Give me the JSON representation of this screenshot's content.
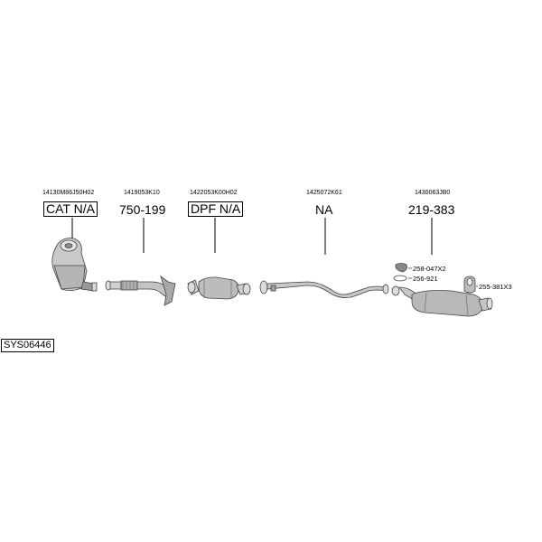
{
  "diagram": {
    "system_code": "SYS06446",
    "components": [
      {
        "oem": "14130M86J50H02",
        "part": "CAT N/A",
        "boxed": true
      },
      {
        "oem": "1419053K10",
        "part": "750-199",
        "boxed": false
      },
      {
        "oem": "1422053K00H02",
        "part": "DPF N/A",
        "boxed": true
      },
      {
        "oem": "1425072K61",
        "part": "NA",
        "boxed": false
      },
      {
        "oem": "1430063JB0",
        "part": "219-383",
        "boxed": false
      }
    ],
    "accessories": [
      {
        "label": "258-047X2"
      },
      {
        "label": "256-921"
      },
      {
        "label": "255-381X3"
      }
    ]
  }
}
